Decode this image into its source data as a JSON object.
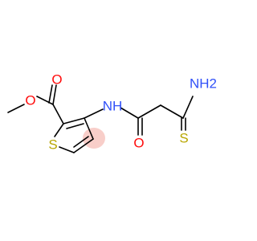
{
  "molecule": {
    "atoms": {
      "o_ester_carbonyl": {
        "symbol": "O",
        "color": "#ff0d0d"
      },
      "o_ester_ether": {
        "symbol": "O",
        "color": "#ff0d0d"
      },
      "n_amide": {
        "symbol": "NH",
        "color": "#3050f8"
      },
      "o_amide": {
        "symbol": "O",
        "color": "#ff0d0d"
      },
      "n_thioamide": {
        "symbol": "NH2",
        "color": "#3050f8"
      },
      "s_thioamide": {
        "symbol": "S",
        "color": "#b8a600"
      },
      "s_thiophene": {
        "symbol": "S",
        "color": "#b8a600"
      }
    },
    "aromatic_halo_color": "#f7c9c3"
  }
}
